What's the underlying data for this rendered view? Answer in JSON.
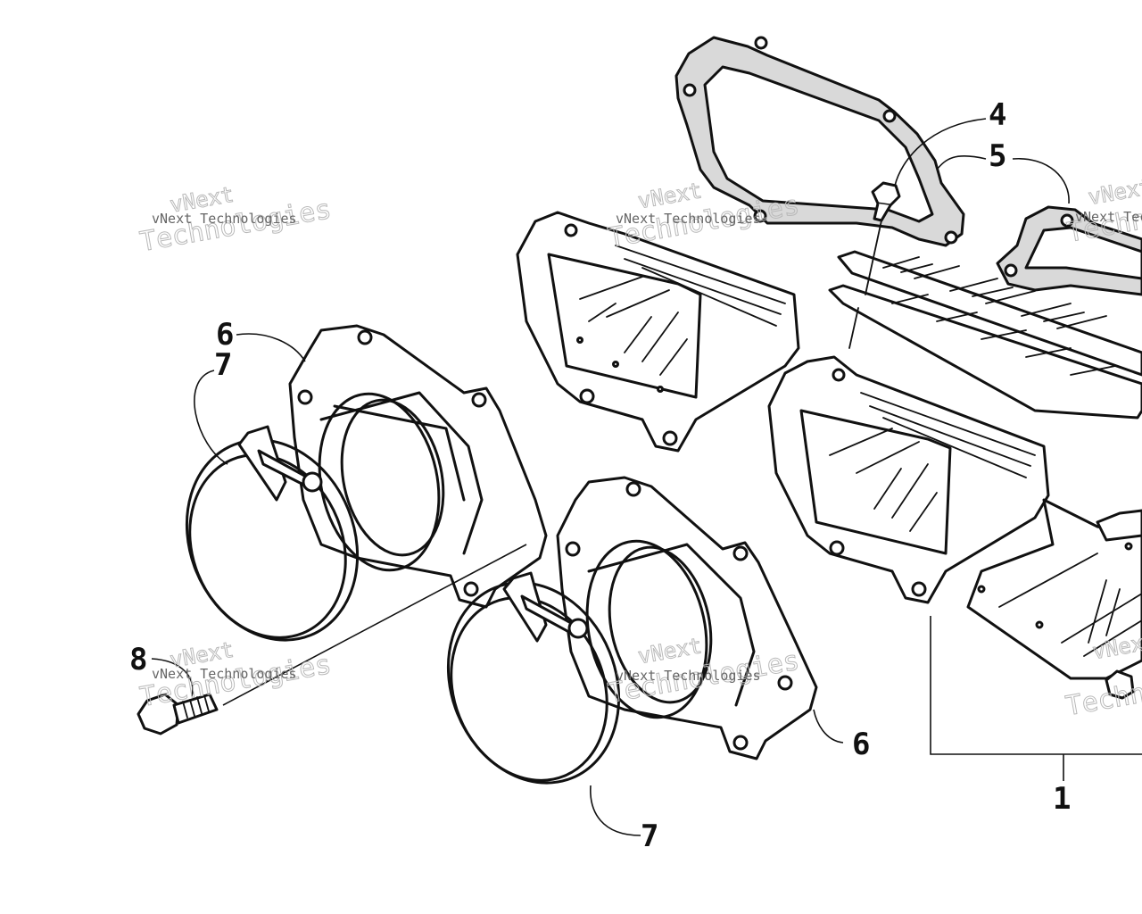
{
  "callouts": {
    "c1": "1",
    "c4": "4",
    "c5": "5",
    "c6a": "6",
    "c6b": "6",
    "c7a": "7",
    "c7b": "7",
    "c8": "8"
  },
  "watermark": {
    "big_line1": "vNext",
    "big_line2": "Technologies",
    "small": "vNext Technologies"
  }
}
